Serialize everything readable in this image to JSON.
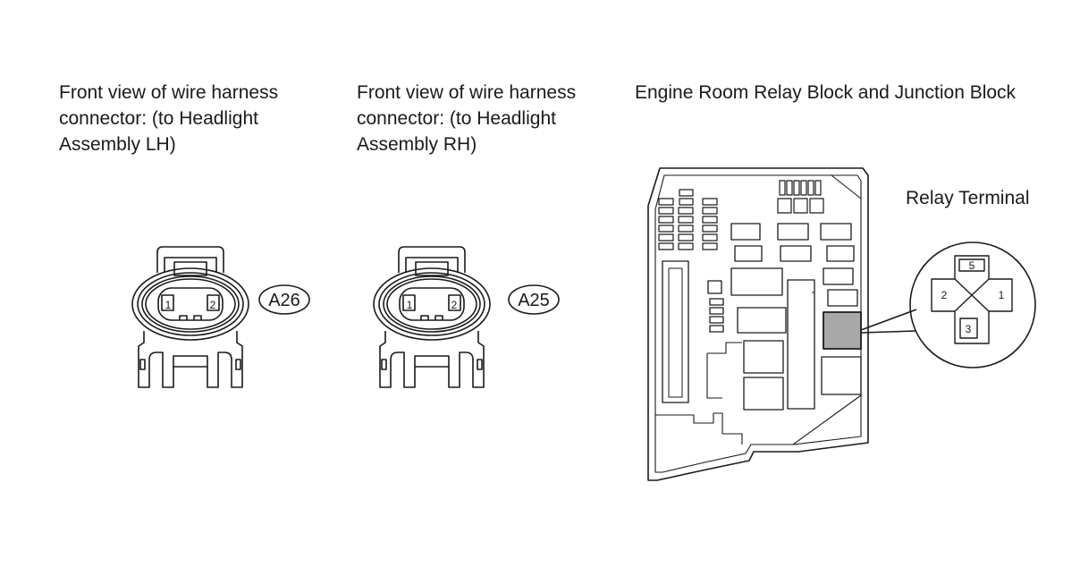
{
  "captions": {
    "lh": "Front view of wire harness\nconnector: (to Headlight\nAssembly LH)",
    "rh": "Front view of wire harness\nconnector: (to Headlight\nAssembly RH)",
    "engine_room": "Engine Room Relay Block and Junction Block",
    "relay_terminal": "Relay Terminal"
  },
  "connectors": {
    "lh": {
      "code": "A26",
      "pins": [
        "1",
        "2"
      ]
    },
    "rh": {
      "code": "A25",
      "pins": [
        "1",
        "2"
      ]
    }
  },
  "relay": {
    "terminals": [
      "5",
      "2",
      "1",
      "3"
    ]
  },
  "colors": {
    "ink": "#1a1a1a",
    "highlight_relay": "#a8a8a8",
    "background": "#ffffff"
  }
}
